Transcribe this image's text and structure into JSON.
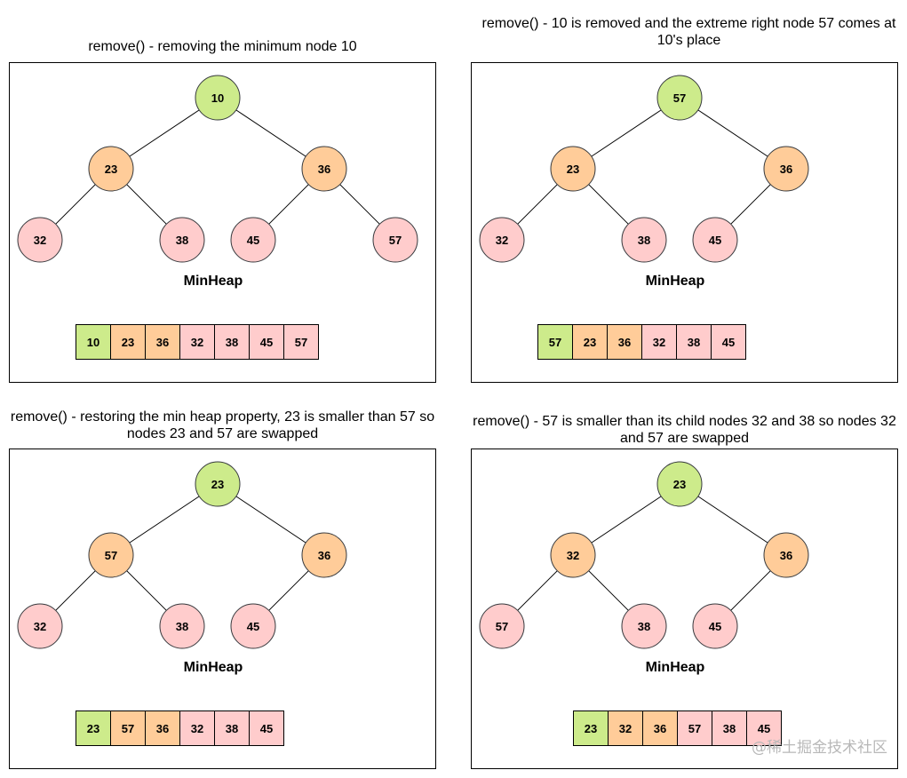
{
  "colors": {
    "root": "#cdeb8b",
    "inner": "#ffcc99",
    "leaf": "#ffcccc",
    "stroke": "#36393d"
  },
  "panels": [
    {
      "title": "remove() - removing the minimum node 10",
      "heap_label": "MinHeap",
      "nodes": [
        {
          "value": "10",
          "kind": "root"
        },
        {
          "value": "23",
          "kind": "inner"
        },
        {
          "value": "36",
          "kind": "inner"
        },
        {
          "value": "32",
          "kind": "leaf"
        },
        {
          "value": "38",
          "kind": "leaf"
        },
        {
          "value": "45",
          "kind": "leaf"
        },
        {
          "value": "57",
          "kind": "leaf"
        }
      ],
      "array": [
        {
          "value": "10",
          "kind": "root"
        },
        {
          "value": "23",
          "kind": "inner"
        },
        {
          "value": "36",
          "kind": "inner"
        },
        {
          "value": "32",
          "kind": "leaf"
        },
        {
          "value": "38",
          "kind": "leaf"
        },
        {
          "value": "45",
          "kind": "leaf"
        },
        {
          "value": "57",
          "kind": "leaf"
        }
      ]
    },
    {
      "title": "remove() - 10 is removed and the extreme right node 57 comes at 10's place",
      "heap_label": "MinHeap",
      "nodes": [
        {
          "value": "57",
          "kind": "root"
        },
        {
          "value": "23",
          "kind": "inner"
        },
        {
          "value": "36",
          "kind": "inner"
        },
        {
          "value": "32",
          "kind": "leaf"
        },
        {
          "value": "38",
          "kind": "leaf"
        },
        {
          "value": "45",
          "kind": "leaf"
        }
      ],
      "array": [
        {
          "value": "57",
          "kind": "root"
        },
        {
          "value": "23",
          "kind": "inner"
        },
        {
          "value": "36",
          "kind": "inner"
        },
        {
          "value": "32",
          "kind": "leaf"
        },
        {
          "value": "38",
          "kind": "leaf"
        },
        {
          "value": "45",
          "kind": "leaf"
        }
      ]
    },
    {
      "title": "remove() - restoring the min heap property, 23 is smaller than 57 so nodes 23 and 57 are swapped",
      "heap_label": "MinHeap",
      "nodes": [
        {
          "value": "23",
          "kind": "root"
        },
        {
          "value": "57",
          "kind": "inner"
        },
        {
          "value": "36",
          "kind": "inner"
        },
        {
          "value": "32",
          "kind": "leaf"
        },
        {
          "value": "38",
          "kind": "leaf"
        },
        {
          "value": "45",
          "kind": "leaf"
        }
      ],
      "array": [
        {
          "value": "23",
          "kind": "root"
        },
        {
          "value": "57",
          "kind": "inner"
        },
        {
          "value": "36",
          "kind": "inner"
        },
        {
          "value": "32",
          "kind": "leaf"
        },
        {
          "value": "38",
          "kind": "leaf"
        },
        {
          "value": "45",
          "kind": "leaf"
        }
      ]
    },
    {
      "title": "remove() - 57 is smaller than its child nodes 32 and 38 so nodes 32 and 57 are swapped",
      "heap_label": "MinHeap",
      "nodes": [
        {
          "value": "23",
          "kind": "root"
        },
        {
          "value": "32",
          "kind": "inner"
        },
        {
          "value": "36",
          "kind": "inner"
        },
        {
          "value": "57",
          "kind": "leaf"
        },
        {
          "value": "38",
          "kind": "leaf"
        },
        {
          "value": "45",
          "kind": "leaf"
        }
      ],
      "array": [
        {
          "value": "23",
          "kind": "root"
        },
        {
          "value": "32",
          "kind": "inner"
        },
        {
          "value": "36",
          "kind": "inner"
        },
        {
          "value": "57",
          "kind": "leaf"
        },
        {
          "value": "38",
          "kind": "leaf"
        },
        {
          "value": "45",
          "kind": "leaf"
        }
      ]
    }
  ],
  "watermark": "@稀土掘金技术社区"
}
